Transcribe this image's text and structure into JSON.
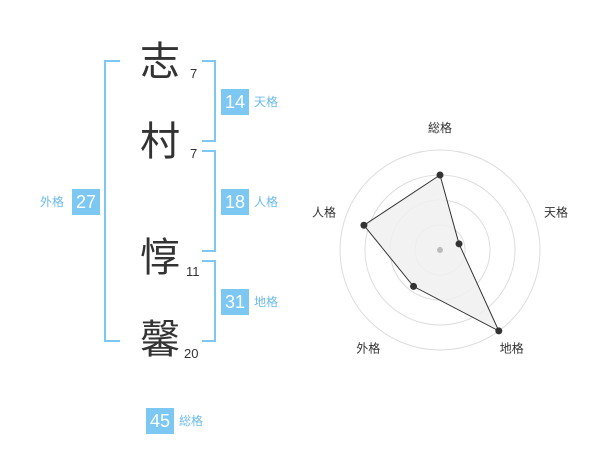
{
  "name": {
    "chars": [
      {
        "char": "志",
        "strokes": "7"
      },
      {
        "char": "村",
        "strokes": "7"
      },
      {
        "char": "惇",
        "strokes": "11"
      },
      {
        "char": "馨",
        "strokes": "20"
      }
    ]
  },
  "fortunes": {
    "tenkaku": {
      "value": "14",
      "label": "天格"
    },
    "jinkaku": {
      "value": "18",
      "label": "人格"
    },
    "chikaku": {
      "value": "31",
      "label": "地格"
    },
    "gaikaku": {
      "value": "27",
      "label": "外格"
    },
    "soukaku": {
      "value": "45",
      "label": "総格"
    }
  },
  "chart_data": {
    "type": "radar",
    "axes": [
      "総格",
      "天格",
      "地格",
      "外格",
      "人格"
    ],
    "values": [
      0.75,
      0.2,
      1.0,
      0.45,
      0.8
    ],
    "max": 1.0,
    "rings": 4,
    "grid": true,
    "colors": {
      "fill": "#f0f0f0",
      "line": "#333333",
      "grid": "#dddddd",
      "center": "#bbbbbb"
    }
  }
}
